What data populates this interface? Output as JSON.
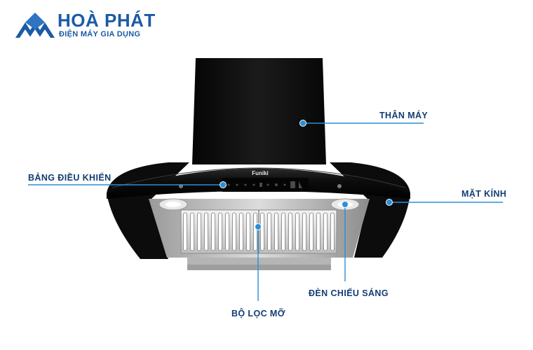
{
  "brand": {
    "name": "HOÀ PHÁT",
    "tagline": "ĐIỆN MÁY GIA DỤNG",
    "color": "#1c5aa6"
  },
  "product": {
    "brand_text": "Funiki",
    "control_panel_icons": [
      "1",
      "2",
      "3",
      "lamp-icon",
      "timer-icon",
      "power-icon",
      "fan-icon",
      "touch-icon"
    ]
  },
  "callouts": {
    "than_may": "THÂN MÁY",
    "bang_dieu_khien": "BẢNG ĐIỀU KHIỂN",
    "mat_kinh": "MẶT KÍNH",
    "den_chieu_sang": "ĐÈN CHIẾU SÁNG",
    "bo_loc_mo": "BỘ LỌC MỠ"
  },
  "colors": {
    "callout_line": "#2a8fd6",
    "callout_text": "#123d73",
    "hood_glass": "#141414",
    "steel": "#c9c9c9"
  }
}
